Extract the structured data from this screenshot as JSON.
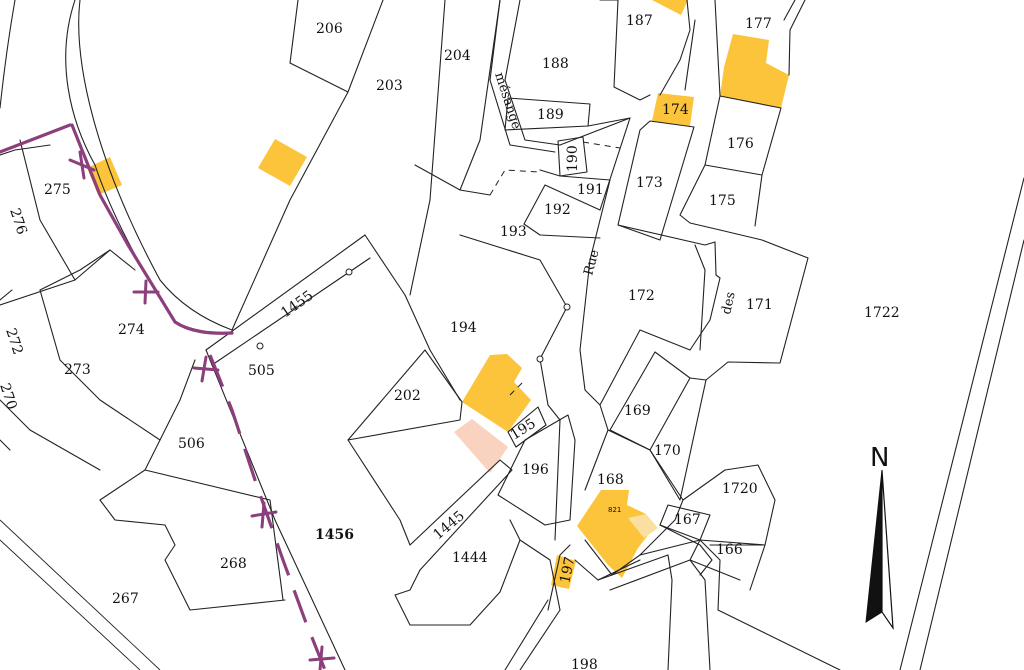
{
  "colors": {
    "building": "#fbc43a",
    "building_light": "#fae0a0",
    "building_pink": "#f9d3c0",
    "boundary": "#8c3f7c",
    "lines": "#222222",
    "background": "#ffffff"
  },
  "parcels": {
    "p206": "206",
    "p204": "204",
    "p203": "203",
    "p188": "188",
    "p187": "187",
    "p177": "177",
    "p189": "189",
    "p174": "174",
    "p176": "176",
    "p190": "190",
    "p191": "191",
    "p173": "173",
    "p192": "192",
    "p275": "275",
    "p276": "276",
    "p193": "193",
    "p175": "175",
    "p1455": "1455",
    "p172": "172",
    "p171": "171",
    "p1722": "1722",
    "p274": "274",
    "p194": "194",
    "p272": "272",
    "p273": "273",
    "p505": "505",
    "p270": "270",
    "p202": "202",
    "p169": "169",
    "p195": "195",
    "p506": "506",
    "p170": "170",
    "p196": "196",
    "p168": "168",
    "p1720": "1720",
    "p821": "821",
    "p167": "167",
    "p1445": "1445",
    "p1456": "1456",
    "p166": "166",
    "p1444": "1444",
    "p268": "268",
    "p197": "197",
    "p267": "267",
    "p198": "198"
  },
  "streets": {
    "mesange": "mésange",
    "rue": "Rue",
    "des": "des"
  },
  "compass": {
    "letter": "N",
    "icon": "north-arrow-icon"
  }
}
